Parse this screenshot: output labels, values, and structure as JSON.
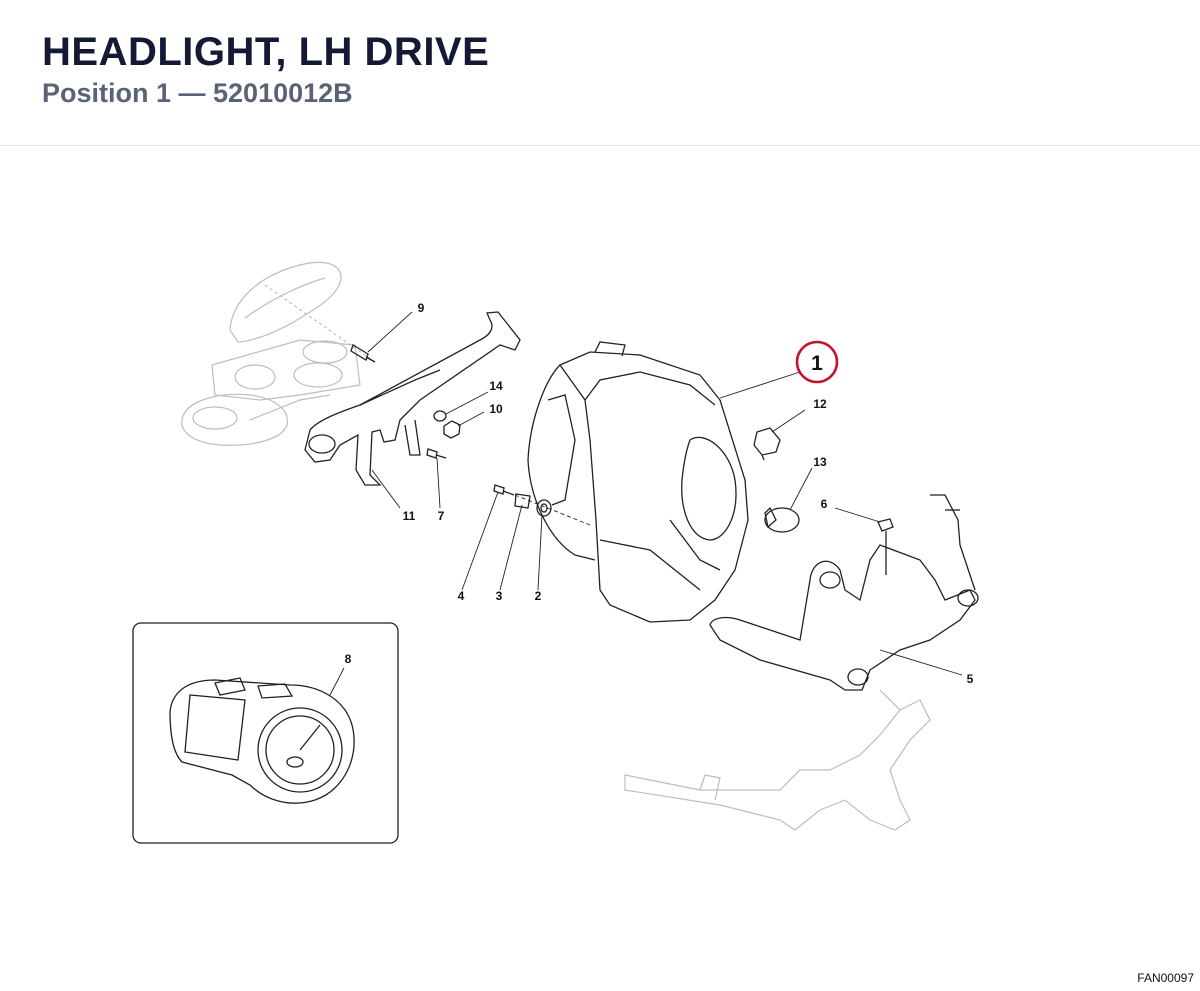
{
  "header": {
    "title": "HEADLIGHT, LH DRIVE",
    "subtitle": "Position 1 — 52010012B"
  },
  "callouts": {
    "c1": "1",
    "c2": "2",
    "c3": "3",
    "c4": "4",
    "c5": "5",
    "c6": "6",
    "c7": "7",
    "c8": "8",
    "c9": "9",
    "c10": "10",
    "c11": "11",
    "c12": "12",
    "c13": "13",
    "c14": "14"
  },
  "highlight_color": "#c8102e",
  "footer": {
    "code": "FAN00097"
  }
}
